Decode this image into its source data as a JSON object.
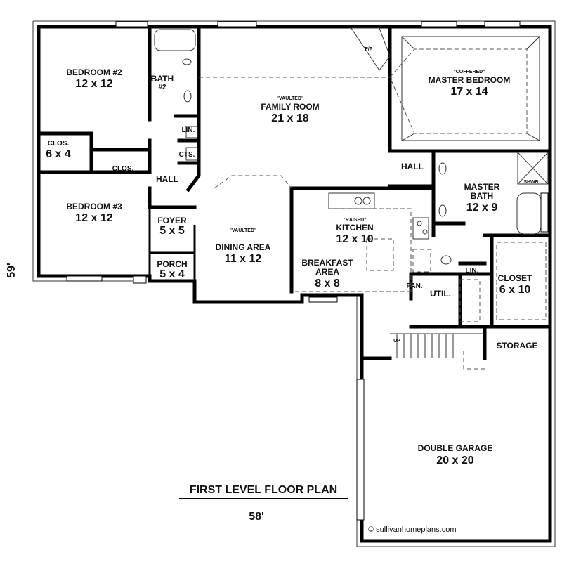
{
  "title": "FIRST LEVEL FLOOR PLAN",
  "dimensions": {
    "width": "58'",
    "depth": "59'"
  },
  "copyright": "© sullivanhomeplans.com",
  "rooms": {
    "bedroom2": {
      "name": "BEDROOM #2",
      "size": "12 x 12"
    },
    "bedroom3": {
      "name": "BEDROOM #3",
      "size": "12 x 12"
    },
    "clos1": {
      "name": "CLOS.",
      "size": "6 x 4"
    },
    "clos2": {
      "name": "CLOS."
    },
    "bath2": {
      "name": "BATH",
      "num": "#2"
    },
    "lin1": {
      "name": "LIN."
    },
    "cts": {
      "name": "CTS."
    },
    "hall1": {
      "name": "HALL"
    },
    "foyer": {
      "name": "FOYER",
      "size": "5 x 5"
    },
    "porch": {
      "name": "PORCH",
      "size": "5 x 4"
    },
    "family": {
      "note": "\"VAULTED\"",
      "name": "FAMILY ROOM",
      "size": "21 x 18"
    },
    "fp": {
      "name": "F/P"
    },
    "master": {
      "note": "\"COFFERED\"",
      "name": "MASTER BEDROOM",
      "size": "17 x 14"
    },
    "hall2": {
      "name": "HALL"
    },
    "masterbath": {
      "name": "MASTER",
      "name2": "BATH",
      "size": "12 x 9"
    },
    "shwr": {
      "name": "SHWR."
    },
    "dining": {
      "note": "\"VAULTED\"",
      "name": "DINING AREA",
      "size": "11 x 12"
    },
    "kitchen": {
      "note": "\"RAISED\"",
      "name": "KITCHEN",
      "size": "12 x 10"
    },
    "breakfast": {
      "name": "BREAKFAST",
      "name2": "AREA",
      "size": "8 x 8"
    },
    "pan": {
      "name": "PAN."
    },
    "util": {
      "name": "UTIL."
    },
    "lin2": {
      "name": "LIN."
    },
    "closet": {
      "name": "CLOSET",
      "size": "6 x 10"
    },
    "storage": {
      "name": "STORAGE"
    },
    "up": {
      "name": "UP"
    },
    "garage": {
      "name": "DOUBLE GARAGE",
      "size": "20 x 20"
    }
  }
}
